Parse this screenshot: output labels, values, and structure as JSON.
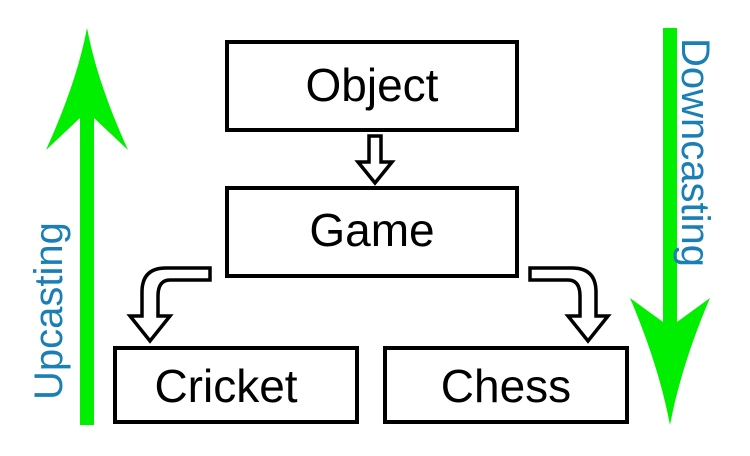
{
  "nodes": {
    "object": "Object",
    "game": "Game",
    "cricket": "Cricket",
    "chess": "Chess"
  },
  "side_labels": {
    "upcasting": "Upcasting",
    "downcasting": "Downcasting"
  },
  "colors": {
    "arrow_green": "#00ee00",
    "label_blue": "#1a7fb5",
    "box_stroke": "#000000"
  }
}
